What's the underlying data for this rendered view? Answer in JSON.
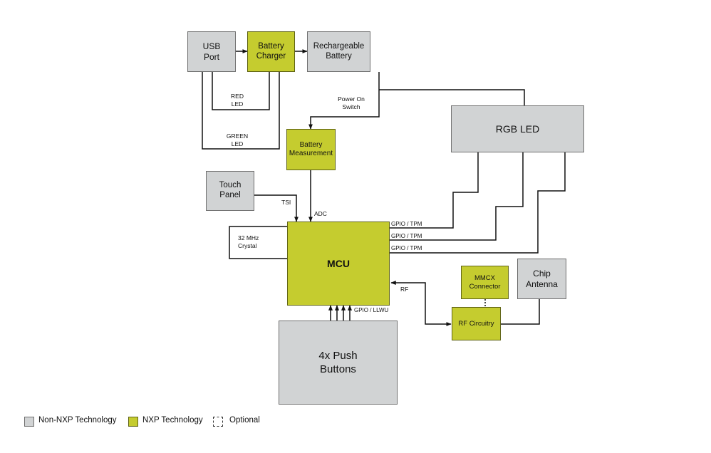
{
  "blocks": {
    "usb_port": "USB\nPort",
    "battery_charger": "Battery\nCharger",
    "rechargeable_battery": "Rechargeable\nBattery",
    "battery_measurement": "Battery\nMeasurement",
    "rgb_led": "RGB LED",
    "touch_panel": "Touch\nPanel",
    "mcu": "MCU",
    "mmcx_connector": "MMCX\nConnector",
    "chip_antenna": "Chip\nAntenna",
    "rf_circuitry": "RF Circuitry",
    "push_buttons": "4x Push\nButtons"
  },
  "labels": {
    "red_led": "RED\nLED",
    "green_led": "GREEN\nLED",
    "power_on_switch": "Power On\nSwitch",
    "tsi": "TSI",
    "adc": "ADC",
    "crystal": "32 MHz\nCrystal",
    "gpio_tpm_1": "GPIO / TPM",
    "gpio_tpm_2": "GPIO / TPM",
    "gpio_tpm_3": "GPIO / TPM",
    "rf": "RF",
    "gpio_llwu": "GPIO / LLWU"
  },
  "legend": {
    "non_nxp": "Non-NXP Technology",
    "nxp": "NXP Technology",
    "optional": "Optional"
  },
  "colors": {
    "non_nxp_fill": "#d1d3d4",
    "nxp_fill": "#c5cc2f",
    "line": "#111111"
  }
}
